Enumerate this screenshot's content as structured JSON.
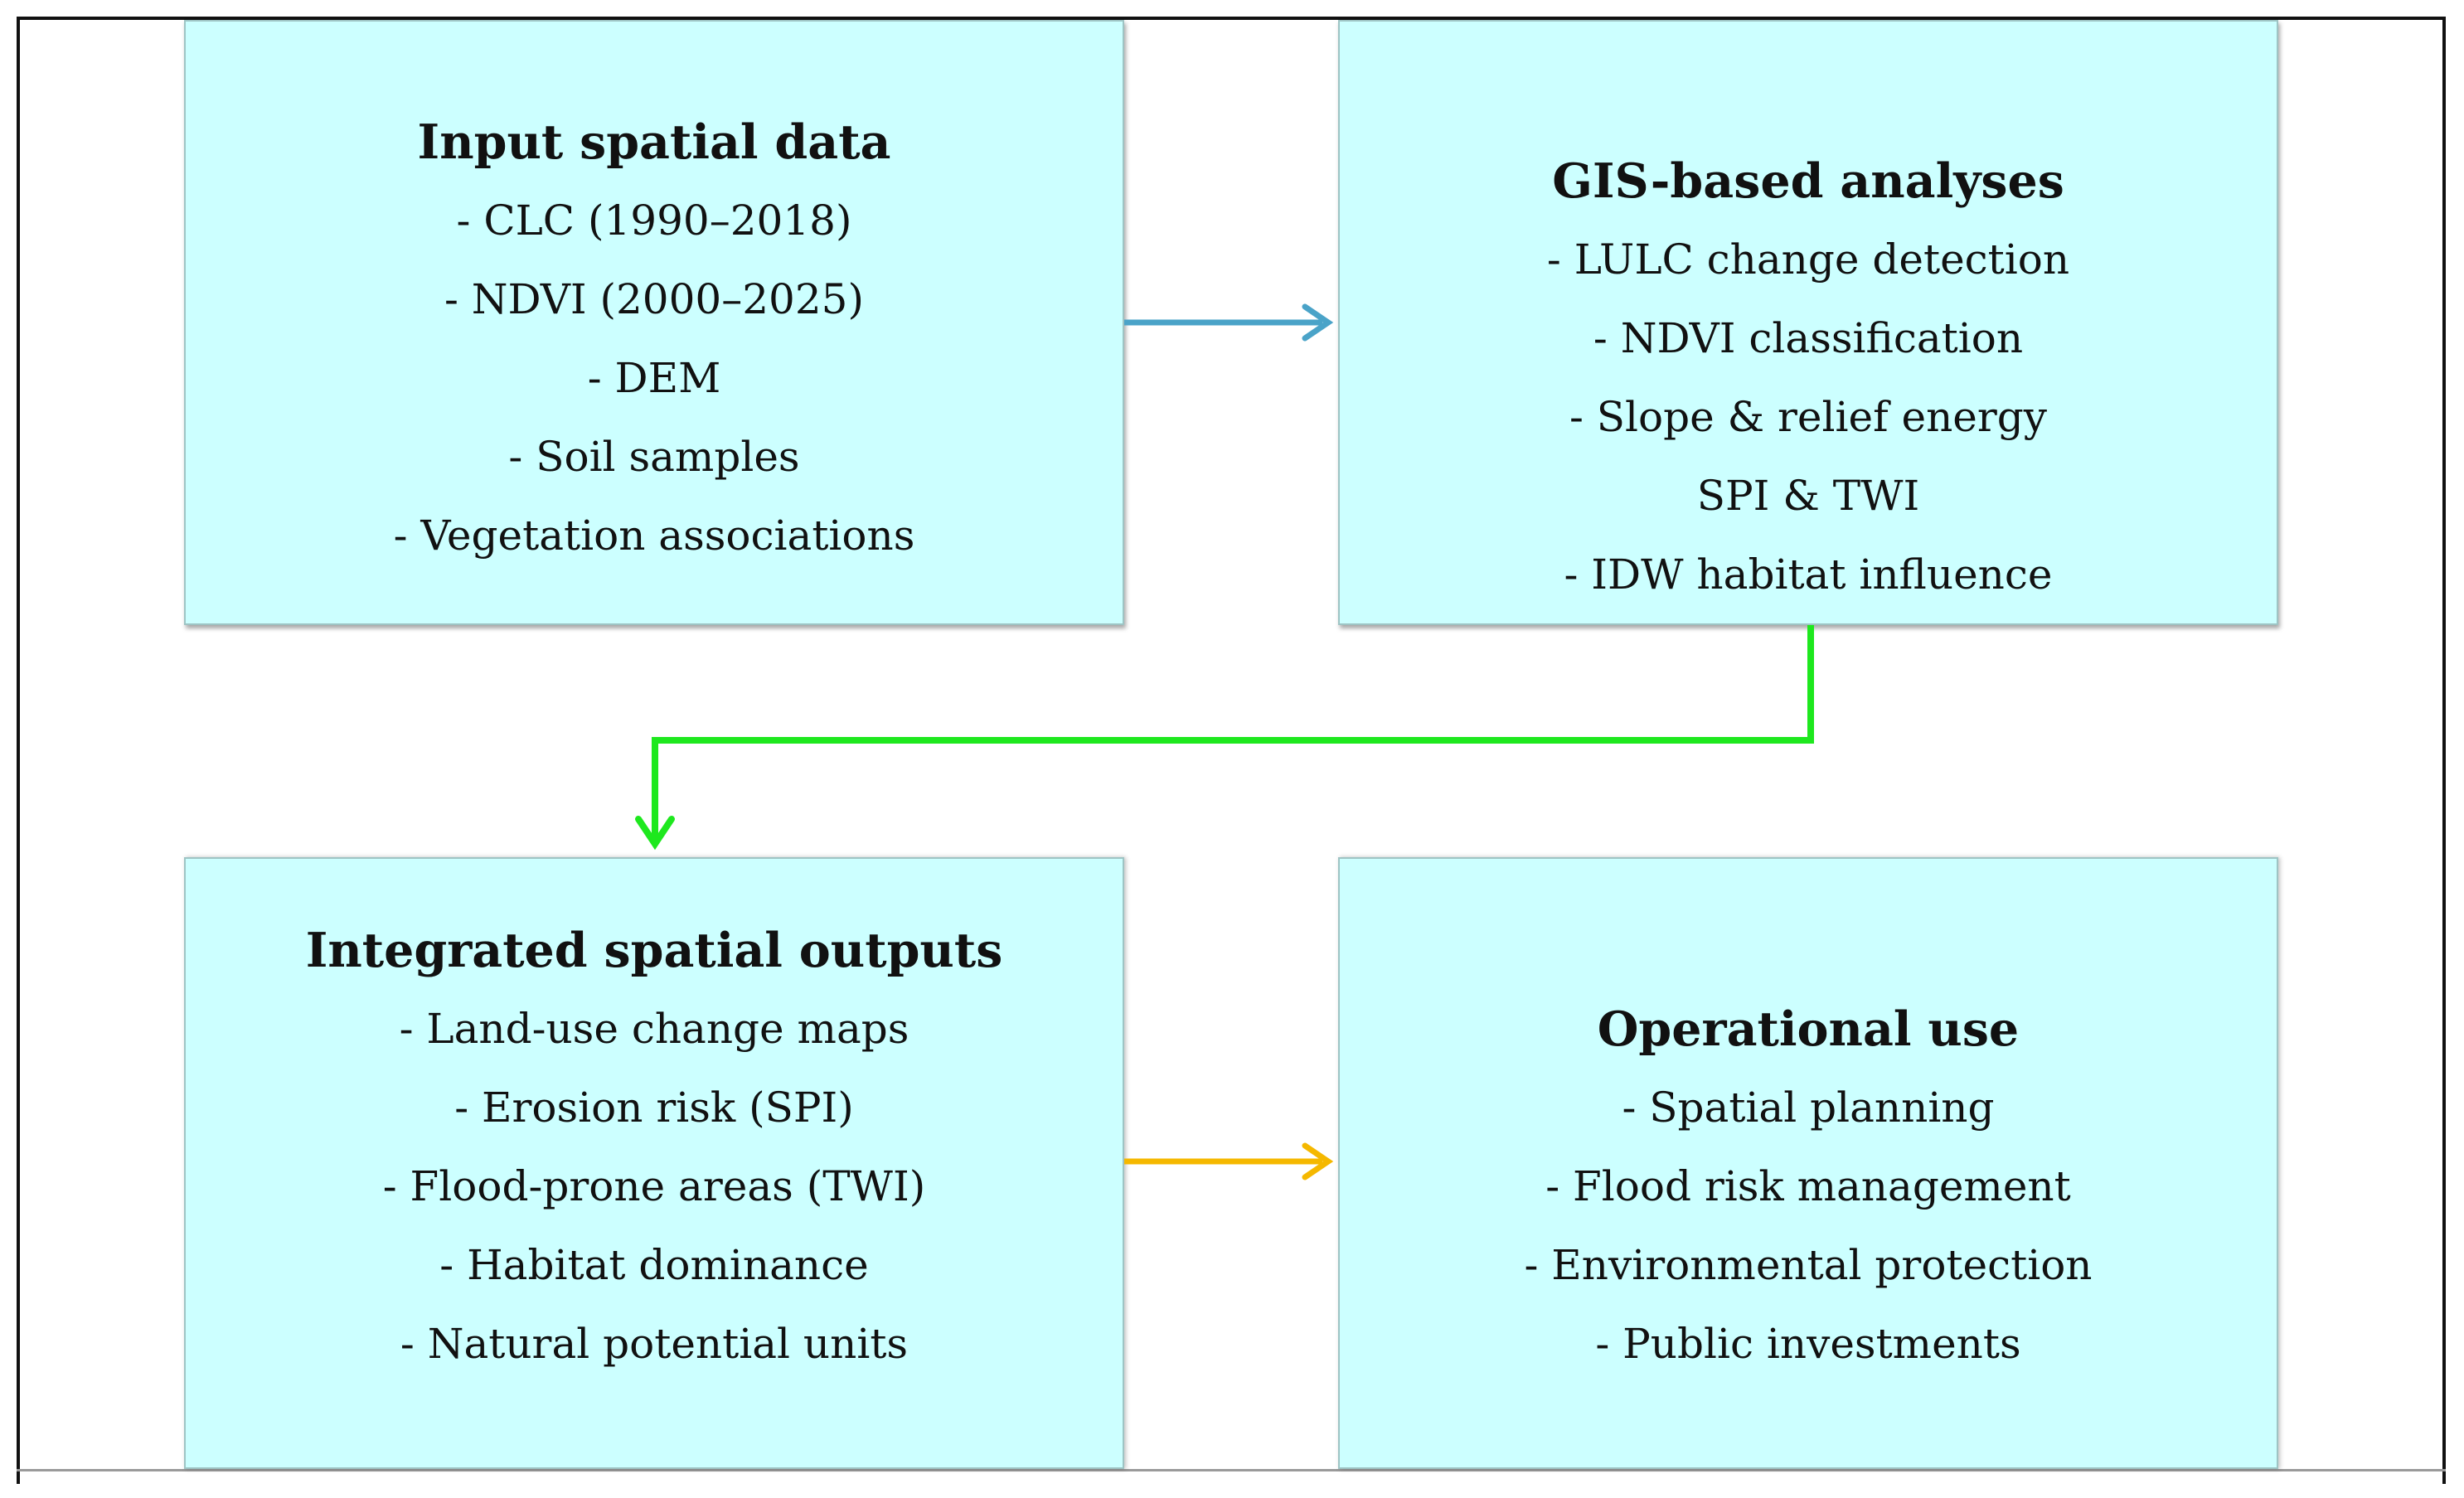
{
  "boxes": {
    "input": {
      "title": "Input spatial data",
      "items": [
        "- CLC (1990–2018)",
        "- NDVI (2000–2025)",
        "- DEM",
        "- Soil samples",
        "- Vegetation associations"
      ]
    },
    "analyses": {
      "title": "GIS-based analyses",
      "items": [
        "- LULC change detection",
        "- NDVI classification",
        "- Slope & relief energy",
        "SPI & TWI",
        "- IDW habitat influence"
      ]
    },
    "outputs": {
      "title": "Integrated spatial outputs",
      "items": [
        "- Land-use change maps",
        "- Erosion risk (SPI)",
        "- Flood-prone areas (TWI)",
        "- Habitat dominance",
        "- Natural potential units"
      ]
    },
    "operational": {
      "title": "Operational use",
      "items": [
        "- Spatial planning",
        "- Flood risk management",
        "- Environmental protection",
        "- Public investments"
      ]
    }
  },
  "colors": {
    "box_fill": "#ccffff",
    "arrow_input_to_analyses": "#4aa3c8",
    "arrow_analyses_to_outputs": "#1ee81e",
    "arrow_outputs_to_operational": "#f5b800"
  }
}
